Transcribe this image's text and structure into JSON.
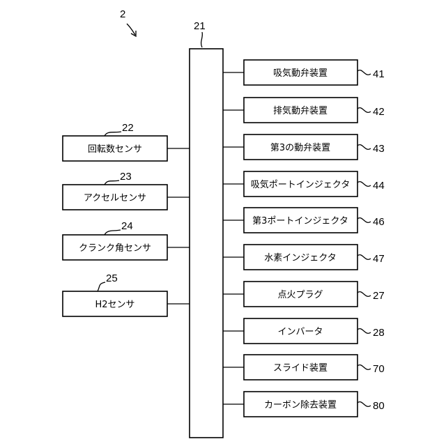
{
  "figure_ref": "2",
  "controller": {
    "ref": "21"
  },
  "sensors": [
    {
      "ref": "22",
      "label": "回転数センサ"
    },
    {
      "ref": "23",
      "label": "アクセルセンサ"
    },
    {
      "ref": "24",
      "label": "クランク角センサ"
    },
    {
      "ref": "25",
      "label": "H2センサ"
    }
  ],
  "devices": [
    {
      "ref": "41",
      "label": "吸気動弁装置"
    },
    {
      "ref": "42",
      "label": "排気動弁装置"
    },
    {
      "ref": "43",
      "label": "第3の動弁装置"
    },
    {
      "ref": "44",
      "label": "吸気ポートインジェクタ"
    },
    {
      "ref": "46",
      "label": "第3ポートインジェクタ"
    },
    {
      "ref": "47",
      "label": "水素インジェクタ"
    },
    {
      "ref": "27",
      "label": "点火プラグ"
    },
    {
      "ref": "28",
      "label": "インバータ"
    },
    {
      "ref": "70",
      "label": "スライド装置"
    },
    {
      "ref": "80",
      "label": "カーボン除去装置"
    }
  ]
}
